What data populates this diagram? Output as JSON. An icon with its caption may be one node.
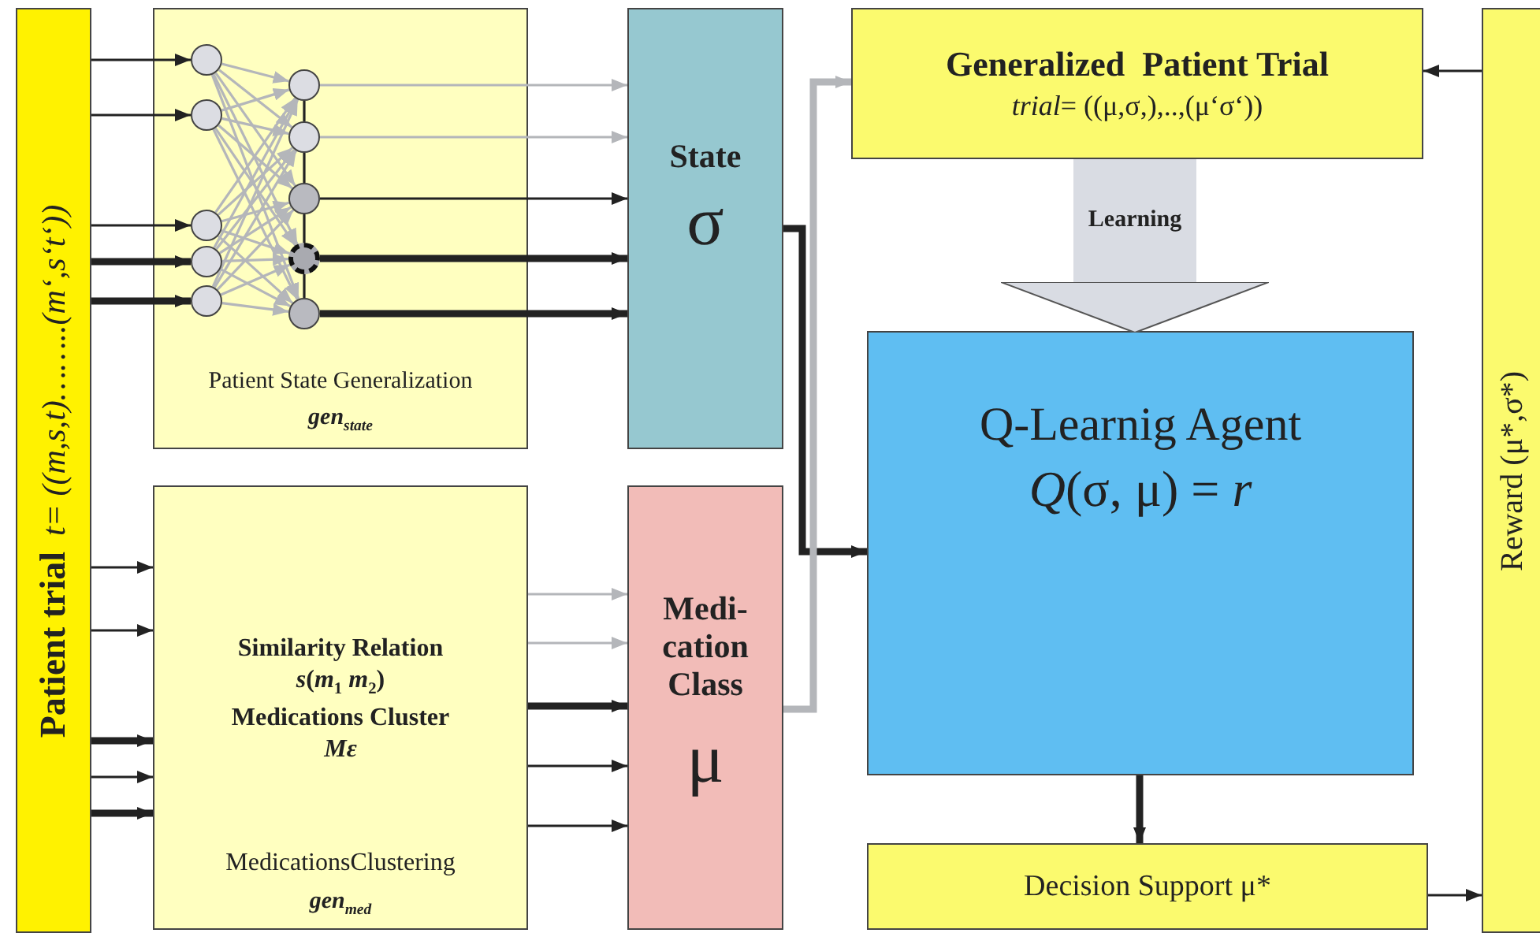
{
  "diagram": {
    "nodes": [
      {
        "text": [
          "Patient trial",
          "t= ((m,s,t)……..(m‘,s‘t‘))"
        ]
      },
      {
        "text": [
          "Patient State Generalization",
          "gen$_{state}$"
        ]
      },
      {
        "text": [],
        "shape": "circle",
        "in": 1
      },
      {
        "text": [],
        "shape": "circle",
        "in": 1
      },
      {
        "text": [],
        "shape": "circle",
        "in": 1
      },
      {
        "text": [],
        "shape": "circle",
        "in": 1
      },
      {
        "text": [],
        "shape": "circle",
        "in": 1
      },
      {
        "text": [],
        "shape": "circle",
        "in": 1
      },
      {
        "text": [],
        "shape": "circle",
        "in": 1
      },
      {
        "text": [],
        "shape": "circle",
        "in": 1
      },
      {
        "text": [],
        "shape": "circle",
        "in": 1
      },
      {
        "text": [],
        "shape": "circle",
        "in": 1
      },
      {
        "text": [
          "State",
          "σ"
        ]
      },
      {
        "text": [
          "Similarity Relation",
          "*s*(*m*$_{1}$ *m*$_{2}$)",
          "Medications Cluster",
          "Mε",
          "MedicationsClustering",
          "gen$_{med}$"
        ]
      },
      {
        "text": [
          "Medi- cation Class",
          "μ"
        ]
      },
      {
        "text": [
          "Generalized  Patient Trial",
          "*trial*= ((μ,σ,),..,(μ‘σ‘))"
        ]
      },
      {
        "text": [
          "Q-Learnig Agent",
          "*Q*(σ, μ) = *r*"
        ]
      },
      {
        "text": [
          "Decision Support μ*"
        ]
      },
      {
        "text": [
          "Reward (μ*,σ*)"
        ]
      }
    ],
    "edges": [
      {
        "from": 0,
        "to": 2,
        "arrow": "to",
        "color": "#222222"
      },
      {
        "from": 0,
        "to": 3,
        "arrow": "to",
        "color": "#222222"
      },
      {
        "from": 0,
        "to": 4,
        "arrow": "to",
        "color": "#222222"
      },
      {
        "from": 0,
        "to": 5,
        "arrow": "to",
        "color": "#222222",
        "style": "thick"
      },
      {
        "from": 0,
        "to": 6,
        "arrow": "to",
        "color": "#222222",
        "style": "thick"
      },
      {
        "from": 2,
        "to": 7,
        "arrow": "to"
      },
      {
        "from": 2,
        "to": 8,
        "arrow": "to"
      },
      {
        "from": 2,
        "to": 9,
        "arrow": "to"
      },
      {
        "from": 2,
        "to": 10,
        "arrow": "to"
      },
      {
        "from": 2,
        "to": 11,
        "arrow": "to"
      },
      {
        "from": 3,
        "to": 7,
        "arrow": "to"
      },
      {
        "from": 3,
        "to": 8,
        "arrow": "to"
      },
      {
        "from": 3,
        "to": 9,
        "arrow": "to"
      },
      {
        "from": 3,
        "to": 10,
        "arrow": "to"
      },
      {
        "from": 3,
        "to": 11,
        "arrow": "to"
      },
      {
        "from": 4,
        "to": 7,
        "arrow": "to"
      },
      {
        "from": 4,
        "to": 8,
        "arrow": "to"
      },
      {
        "from": 4,
        "to": 9,
        "arrow": "to"
      },
      {
        "from": 4,
        "to": 10,
        "arrow": "to"
      },
      {
        "from": 4,
        "to": 11,
        "arrow": "to"
      },
      {
        "from": 5,
        "to": 7,
        "arrow": "to"
      },
      {
        "from": 5,
        "to": 8,
        "arrow": "to"
      },
      {
        "from": 5,
        "to": 9,
        "arrow": "to"
      },
      {
        "from": 5,
        "to": 10,
        "arrow": "to"
      },
      {
        "from": 5,
        "to": 11,
        "arrow": "to"
      },
      {
        "from": 6,
        "to": 7,
        "arrow": "to"
      },
      {
        "from": 6,
        "to": 8,
        "arrow": "to"
      },
      {
        "from": 6,
        "to": 9,
        "arrow": "to"
      },
      {
        "from": 6,
        "to": 10,
        "arrow": "to"
      },
      {
        "from": 6,
        "to": 11,
        "arrow": "to"
      },
      {
        "from": 7,
        "to": 8,
        "arrow": "none",
        "color": "#222222"
      },
      {
        "from": 8,
        "to": 9,
        "arrow": "none",
        "color": "#222222"
      },
      {
        "from": 9,
        "to": 10,
        "arrow": "none",
        "color": "#222222"
      },
      {
        "from": 10,
        "to": 11,
        "arrow": "none",
        "color": "#222222"
      },
      {
        "from": 7,
        "to": 12,
        "arrow": "to"
      },
      {
        "from": 8,
        "to": 12,
        "arrow": "to"
      },
      {
        "from": 9,
        "to": 12,
        "arrow": "to",
        "color": "#222222"
      },
      {
        "from": 10,
        "to": 12,
        "arrow": "to",
        "color": "#222222",
        "style": "thick"
      },
      {
        "from": 11,
        "to": 12,
        "arrow": "to",
        "color": "#222222",
        "style": "thick"
      },
      {
        "from": 0,
        "to": 13,
        "arrow": "to",
        "color": "#222222"
      },
      {
        "from": 0,
        "to": 13,
        "arrow": "to",
        "color": "#222222"
      },
      {
        "from": 0,
        "to": 13,
        "arrow": "to",
        "color": "#222222",
        "style": "thick"
      },
      {
        "from": 0,
        "to": 13,
        "arrow": "to",
        "color": "#222222"
      },
      {
        "from": 0,
        "to": 13,
        "arrow": "to",
        "color": "#222222",
        "style": "thick"
      },
      {
        "from": 13,
        "to": 14,
        "arrow": "to"
      },
      {
        "from": 13,
        "to": 14,
        "arrow": "to"
      },
      {
        "from": 13,
        "to": 14,
        "arrow": "to",
        "color": "#222222",
        "style": "thick"
      },
      {
        "from": 13,
        "to": 14,
        "arrow": "to",
        "color": "#222222"
      },
      {
        "from": 13,
        "to": 14,
        "arrow": "to",
        "color": "#222222"
      },
      {
        "from": 12,
        "to": 16,
        "arrow": "to",
        "color": "#222222",
        "style": "thick"
      },
      {
        "from": 14,
        "to": 15,
        "arrow": "to",
        "style": "thick"
      },
      {
        "from": 15,
        "to": 16,
        "arrow": "to",
        "label": "Learning",
        "style": "thick",
        "color": "#d9dce3"
      },
      {
        "from": 16,
        "to": 17,
        "arrow": "to",
        "color": "#222222",
        "style": "thick"
      },
      {
        "from": 17,
        "to": 18,
        "arrow": "to",
        "color": "#222222"
      },
      {
        "from": 18,
        "to": 15,
        "arrow": "to",
        "color": "#222222"
      }
    ]
  }
}
